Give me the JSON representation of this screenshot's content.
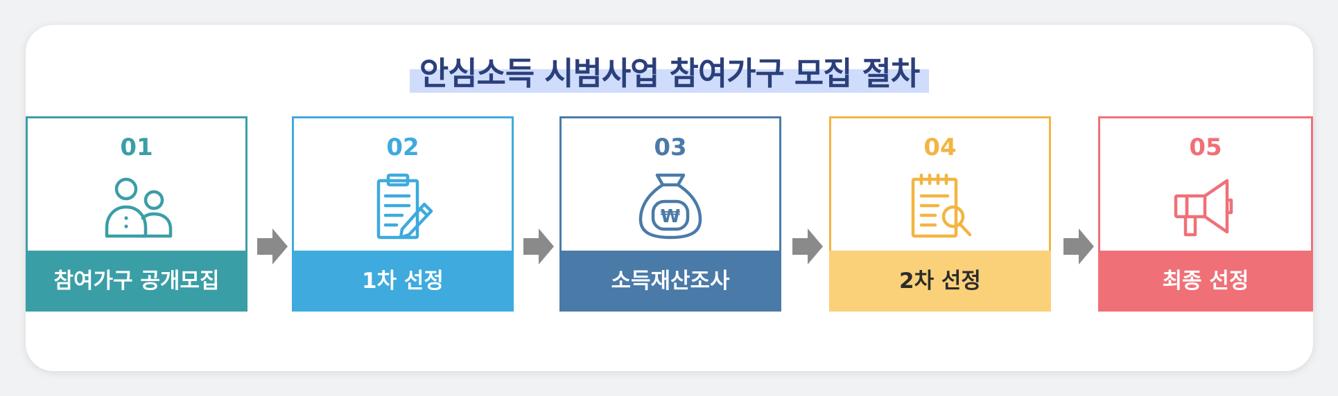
{
  "title": "안심소득 시범사업 참여가구 모집 절차",
  "steps": [
    {
      "number": "01",
      "label": "참여가구 공개모집",
      "icon": "people-icon",
      "color": "#3a9ea6",
      "label_bg": "#3a9ea6",
      "label_color": "#ffffff"
    },
    {
      "number": "02",
      "label": "1차 선정",
      "icon": "clipboard-pen-icon",
      "color": "#3eaadd",
      "label_bg": "#3eaadd",
      "label_color": "#ffffff"
    },
    {
      "number": "03",
      "label": "소득재산조사",
      "icon": "money-bag-won-icon",
      "color": "#4a7aa8",
      "label_bg": "#4a7aa8",
      "label_color": "#ffffff"
    },
    {
      "number": "04",
      "label": "2차 선정",
      "icon": "document-search-icon",
      "color": "#f2b542",
      "label_bg": "#fad079",
      "label_color": "#2b2b2b"
    },
    {
      "number": "05",
      "label": "최종 선정",
      "icon": "megaphone-icon",
      "color": "#f07078",
      "label_bg": "#f07078",
      "label_color": "#ffffff"
    }
  ],
  "colors": {
    "arrow": "#8a8a8a",
    "title": "#2b3f7a",
    "title_highlight": "#cfdcfc"
  }
}
